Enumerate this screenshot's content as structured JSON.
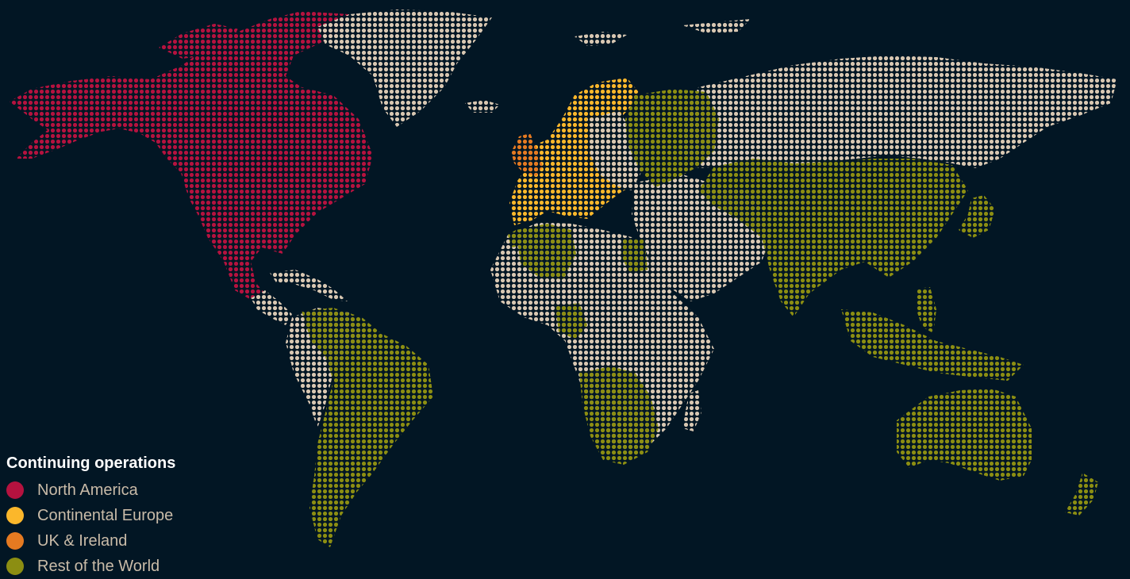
{
  "legend": {
    "title": "Continuing operations",
    "items": [
      {
        "key": "north_america",
        "label": "North America",
        "color": "#b5123f"
      },
      {
        "key": "continental_europe",
        "label": "Continental Europe",
        "color": "#fbb72b"
      },
      {
        "key": "uk_ireland",
        "label": "UK & Ireland",
        "color": "#e57a21"
      },
      {
        "key": "rest_of_world",
        "label": "Rest of the World",
        "color": "#8c8e12"
      }
    ]
  },
  "map": {
    "background": "#021624",
    "other_land_color": "#d8c7b2",
    "style": "dot-matrix world map"
  }
}
